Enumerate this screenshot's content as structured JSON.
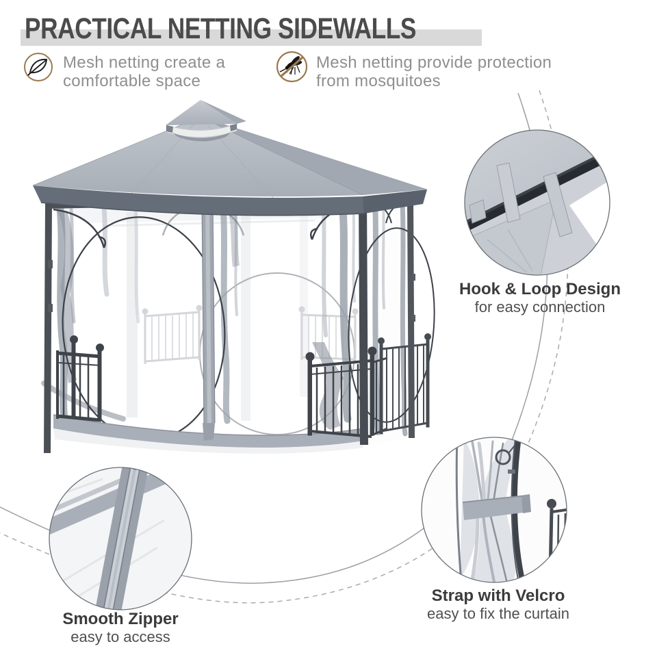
{
  "header": {
    "title": "PRACTICAL NETTING SIDEWALLS"
  },
  "features": [
    {
      "icon": "leaf-icon",
      "lines": [
        "Mesh netting create a",
        "comfortable space"
      ]
    },
    {
      "icon": "no-mosquito-icon",
      "lines": [
        "Mesh netting provide protection",
        "from mosquitoes"
      ]
    }
  ],
  "callouts": [
    {
      "photo": "hook-loop-closeup-photo",
      "title": "Hook & Loop Design",
      "subtitle": "for easy connection"
    },
    {
      "photo": "zipper-closeup-photo",
      "title": "Smooth Zipper",
      "subtitle": "easy to access"
    },
    {
      "photo": "strap-closeup-photo",
      "title": "Strap with Velcro",
      "subtitle": "easy to fix the curtain"
    }
  ],
  "colors": {
    "accent_gold": "#9a7b4f",
    "title_gray": "#4b4b4c",
    "band_gray": "#d9d9d9",
    "canopy_gray": "#b2b7bf",
    "skirt_gray": "#656d78",
    "frame_gray": "#4b5057",
    "feature_text_gray": "#8f8f90",
    "caption_dark": "#3b3b3c"
  }
}
